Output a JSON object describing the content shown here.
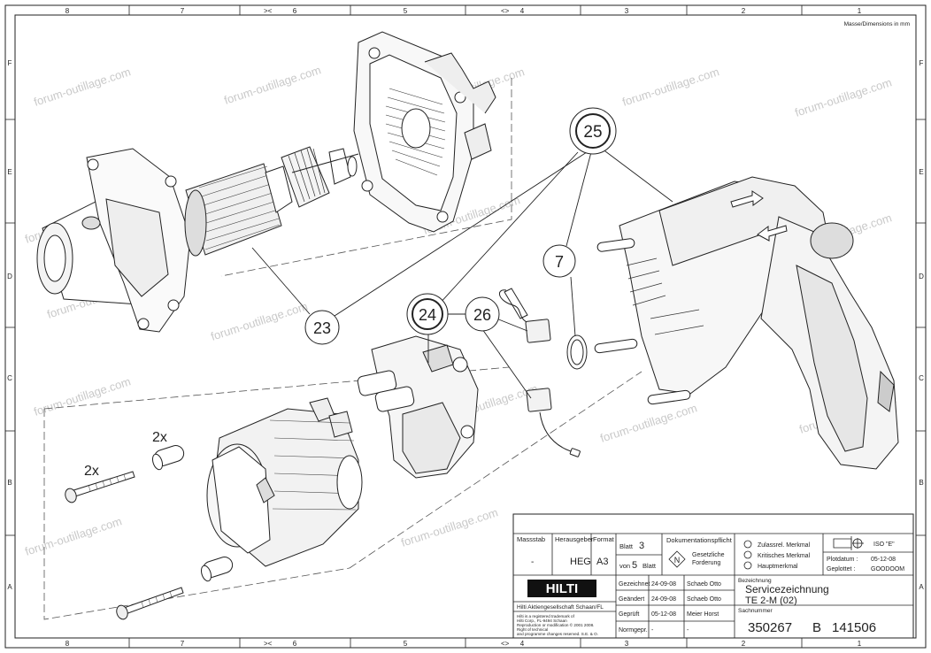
{
  "frame": {
    "top_columns": [
      "8",
      "7",
      "6",
      "5",
      "4",
      "3",
      "2",
      "1"
    ],
    "bottom_columns": [
      "8",
      "7",
      "6",
      "5",
      "4",
      "3",
      "2",
      "1"
    ],
    "left_rows": [
      "F",
      "E",
      "D",
      "C",
      "B",
      "A"
    ],
    "right_rows": [
      "F",
      "E",
      "D",
      "C",
      "B",
      "A"
    ],
    "dimension_note": "Masse/Dimensions in mm"
  },
  "callouts": {
    "c25": "25",
    "c7": "7",
    "c23": "23",
    "c24": "24",
    "c26": "26"
  },
  "quantities": {
    "q_sleeve": "2x",
    "q_screw": "2x"
  },
  "watermark": "forum-outillage.com",
  "title_block": {
    "massstab_label": "Massstab",
    "massstab_value": "-",
    "herausgeber_label": "Herausgeber",
    "herausgeber_value": "HEG",
    "format_label": "Format",
    "format_value": "A3",
    "blatt_label": "Blatt",
    "blatt_value": "3",
    "von_label": "von",
    "von_value": "5",
    "von_suffix": "Blatt",
    "dokpflicht_label": "Dokumentationspflicht",
    "dok_symbol": "N",
    "dok_line1": "Gesetzliche",
    "dok_line2": "Forderung",
    "merkmal1": "Zulassrel. Merkmal",
    "merkmal2": "Kritisches Merkmal",
    "merkmal3": "Hauptmerkmal",
    "iso": "ISO \"E\"",
    "plotdatum_label": "Plotdatum :",
    "plotdatum_value": "05-12-08",
    "geplottet_label": "Geplottet :",
    "geplottet_value": "GOODOOM",
    "logo": "HILTI",
    "company": "Hilti Aktiengesellschaft Schaan/FL",
    "legal1": "Hilti is a registered trademark of",
    "legal2": "Hilti Corp., FL-9494 Schaan",
    "legal3": "Reproduction or modification © 2001 2008.",
    "legal4": "Right of technical",
    "legal5": "and programme changes reserved. S.E. & O.",
    "gezeichnet_label": "Gezeichnet",
    "gezeichnet_date": "24-09-08",
    "gezeichnet_name": "Schaeb Otto",
    "geaendert_label": "Geändert",
    "geaendert_date": "24-09-08",
    "geaendert_name": "Schaeb Otto",
    "geprueft_label": "Geprüft",
    "geprueft_date": "05-12-08",
    "geprueft_name": "Meier Horst",
    "normgepr_label": "Normgepr.",
    "normgepr_date": "-",
    "normgepr_name": "-",
    "bezeichnung_label": "Bezeichnung",
    "title1": "Servicezeichnung",
    "title2": "TE 2-M (02)",
    "sachnummer_label": "Sachnummer",
    "sachnummer_value": "350267",
    "sach_b": "B",
    "sach_num2": "141506"
  }
}
